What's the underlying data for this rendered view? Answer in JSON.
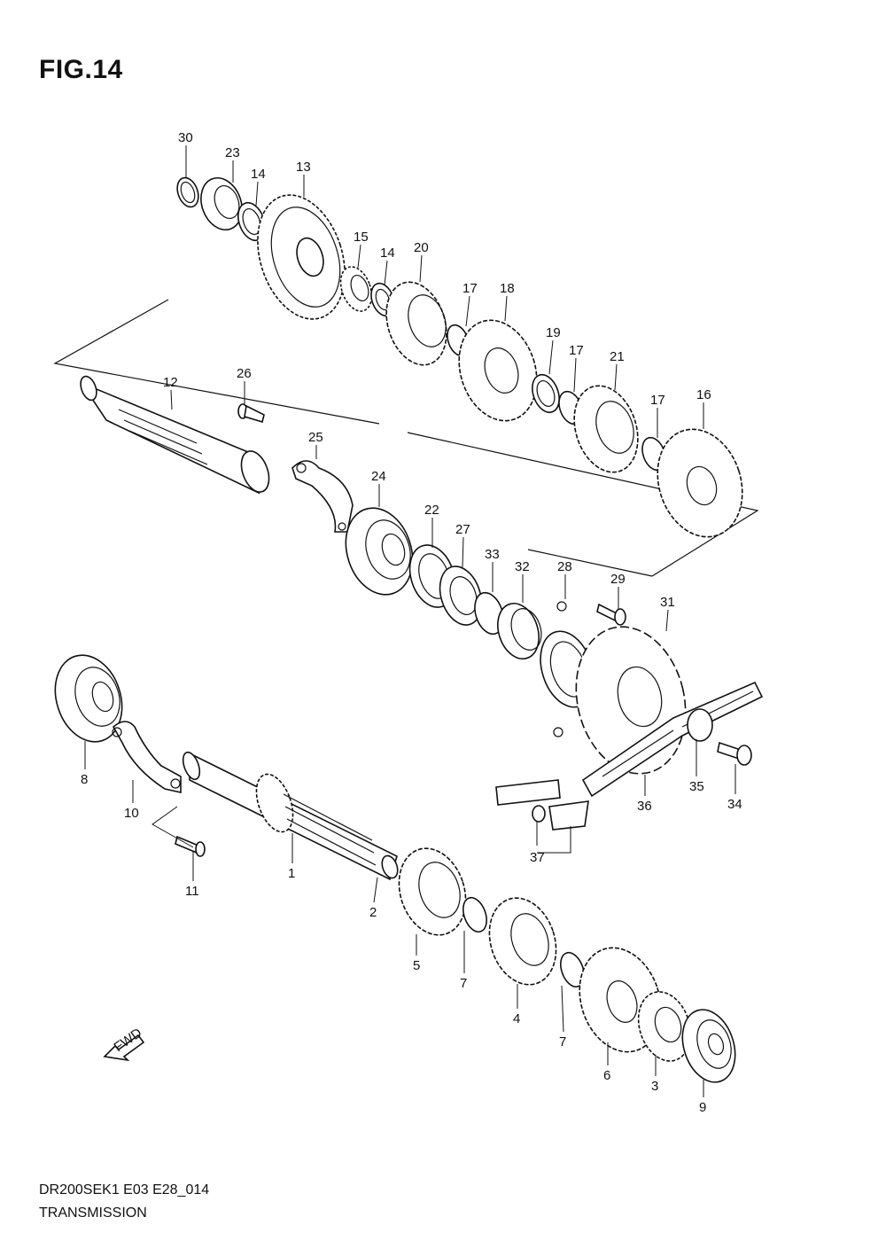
{
  "figure": {
    "title": "FIG.14"
  },
  "footer": {
    "code": "DR200SEK1 E03 E28_014",
    "name": "TRANSMISSION"
  },
  "fwd_label": "FWD",
  "callouts": {
    "c1": "1",
    "c2": "2",
    "c3": "3",
    "c4": "4",
    "c5": "5",
    "c6": "6",
    "c7a": "7",
    "c7b": "7",
    "c8": "8",
    "c9": "9",
    "c10": "10",
    "c11": "11",
    "c12": "12",
    "c13": "13",
    "c14a": "14",
    "c14b": "14",
    "c15": "15",
    "c16": "16",
    "c17a": "17",
    "c17b": "17",
    "c17c": "17",
    "c18": "18",
    "c19": "19",
    "c20": "20",
    "c21": "21",
    "c22": "22",
    "c23": "23",
    "c24": "24",
    "c25": "25",
    "c26": "26",
    "c27": "27",
    "c28": "28",
    "c29": "29",
    "c30": "30",
    "c31": "31",
    "c32": "32",
    "c33": "33",
    "c34": "34",
    "c35": "35",
    "c36": "36",
    "c37": "37"
  }
}
